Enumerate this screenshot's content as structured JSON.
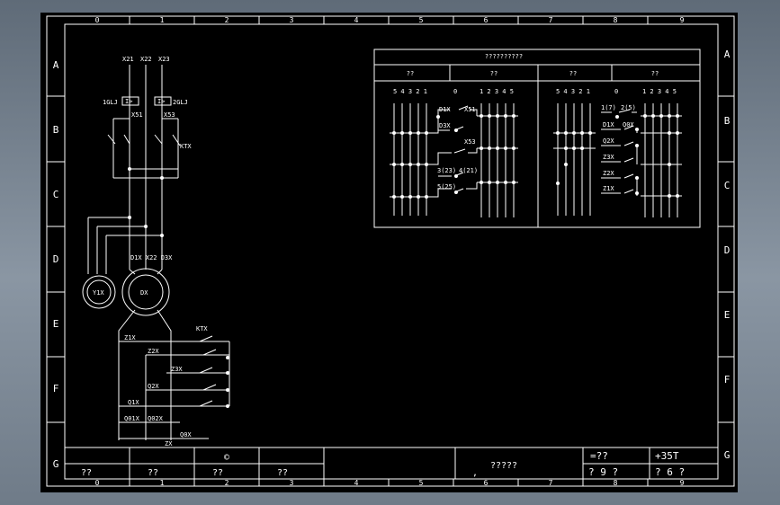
{
  "frame": {
    "col_numbers": [
      "0",
      "1",
      "2",
      "3",
      "4",
      "5",
      "6",
      "7",
      "8",
      "9"
    ],
    "row_letters": [
      "A",
      "B",
      "C",
      "D",
      "E",
      "F",
      "G"
    ]
  },
  "circuit": {
    "terminals": [
      "X21",
      "X22",
      "X23"
    ],
    "relay_left": "1GLJ",
    "relay_right": "2GLJ",
    "relay_symbol": "I>",
    "contact_left": "X51",
    "contact_right": "X53",
    "timer": "KTX",
    "motor_terminals": "D1X X22 D3X",
    "motor": "DX",
    "aux_machine": "Y1X",
    "timer2": "KTX",
    "wires": [
      "Z1X",
      "Z2X",
      "Z3X",
      "Q2X",
      "Q1X",
      "Q01X",
      "Q02X",
      "ZX",
      "Q0X"
    ]
  },
  "table": {
    "title": "??????????",
    "left_header": "??",
    "mid_header_left": "??",
    "mid_header_right": "??",
    "right_header": "??",
    "left_positions": "5 4 3 2 1",
    "zero": "0",
    "right_positions": "1 2 3 4 5",
    "left_labels": [
      "D1X",
      "X51",
      "D3X",
      "X53",
      "3(23)",
      "4(21)",
      "5(25)"
    ],
    "right_labels": [
      "1(7)",
      "2(5)",
      "D1X",
      "Q0X",
      "Q2X",
      "Z3X",
      "Z2X",
      "Z1X"
    ]
  },
  "title_block": {
    "copyright": "©",
    "row_cells": [
      "??",
      "??",
      "??",
      "??"
    ],
    "drawing_name": "?????",
    "comma": ",",
    "code_label": "=??",
    "code_value": "+35T",
    "sheet_left": "?   9   ?",
    "sheet_right": "?   6   ?"
  }
}
